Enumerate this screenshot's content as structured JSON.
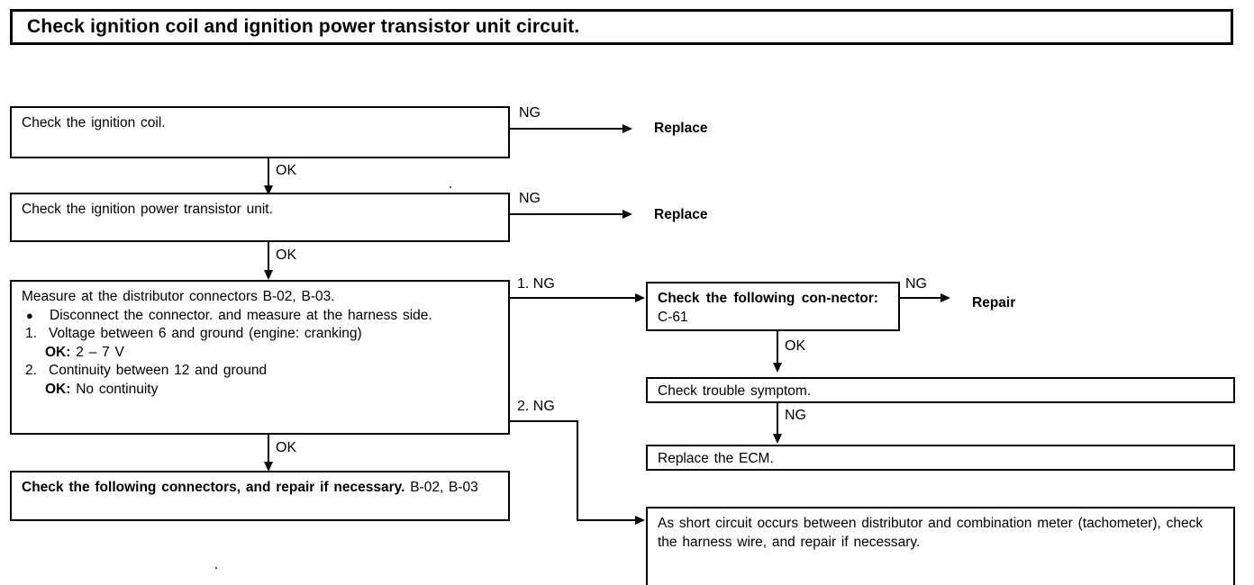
{
  "title": "Check ignition coil and ignition power transistor unit circuit.",
  "boxes": {
    "check_coil": "Check the ignition coil.",
    "check_power_transistor": "Check the ignition power transistor unit.",
    "measure": {
      "heading": "Measure at the distributor connectors B-02, B-03.",
      "bullet": "Disconnect the connector. and measure at the harness side.",
      "item1": {
        "marker": "1.",
        "text": "Voltage between 6 and ground (engine: cranking)",
        "ok_label": "OK:",
        "ok_value": "2 – 7 V"
      },
      "item2": {
        "marker": "2.",
        "text": "Continuity between 12 and ground",
        "ok_label": "OK:",
        "ok_value": "No continuity"
      }
    },
    "check_connectors_b": {
      "bold": "Check the following connectors, and repair if necessary.",
      "plain": "B-02, B-03"
    },
    "check_connector_c61": {
      "bold": "Check the following con-nector:",
      "plain": "C-61"
    },
    "check_trouble_symptom": "Check trouble symptom.",
    "replace_ecm": "Replace the ECM.",
    "short_circuit": "As short circuit occurs between distributor and combination meter (tachometer), check the harness wire, and repair if necessary."
  },
  "terminals": {
    "replace_1": "Replace",
    "replace_2": "Replace",
    "repair": "Repair"
  },
  "edges": {
    "ng_coil": "NG",
    "ok_coil": "OK",
    "ng_power_transistor": "NG",
    "ok_power_transistor": "OK",
    "ng_measure_1": "1. NG",
    "ng_measure_2": "2. NG",
    "ok_measure": "OK",
    "ng_c61": "NG",
    "ok_c61": "OK",
    "ng_trouble_symptom": "NG"
  },
  "colors": {
    "ink": "#000000",
    "paper": "#ffffff"
  }
}
